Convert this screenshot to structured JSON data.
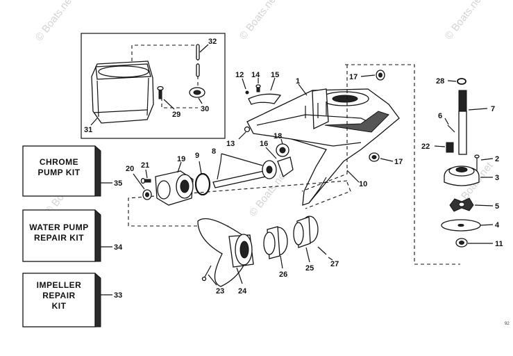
{
  "watermark": {
    "text": "© Boats.net"
  },
  "kits": [
    {
      "lines": [
        "CHROME",
        "PUMP KIT"
      ],
      "number": "35"
    },
    {
      "lines": [
        "WATER PUMP",
        "REPAIR KIT"
      ],
      "number": "34"
    },
    {
      "lines": [
        "IMPELLER",
        "REPAIR",
        "KIT"
      ],
      "number": "33"
    }
  ],
  "callouts": {
    "n1": "1",
    "n2": "2",
    "n3": "3",
    "n4": "4",
    "n5": "5",
    "n6": "6",
    "n7": "7",
    "n8": "8",
    "n9": "9",
    "n10": "10",
    "n11": "11",
    "n12": "12",
    "n13": "13",
    "n14": "14",
    "n15": "15",
    "n16": "16",
    "n17a": "17",
    "n17b": "17",
    "n18": "18",
    "n19": "19",
    "n20": "20",
    "n21": "21",
    "n22": "22",
    "n23": "23",
    "n24": "24",
    "n25": "25",
    "n26": "26",
    "n27": "27",
    "n28": "28",
    "n29": "29",
    "n30": "30",
    "n31": "31",
    "n32": "32"
  },
  "corner_code": "92"
}
